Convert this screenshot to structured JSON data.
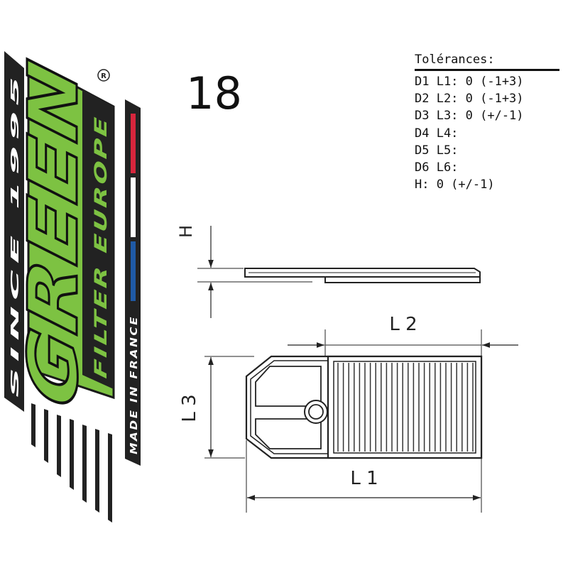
{
  "brand": {
    "logo_text": "GREEN",
    "tagline": "FILTER EUROPE",
    "since": "SINCE 1995",
    "origin": "MADE IN FRANCE",
    "registered": "R",
    "colors": {
      "green": "#7dc242",
      "dark": "#222222",
      "flag_blue": "#1f5aa6",
      "flag_white": "#ffffff",
      "flag_red": "#d7263d"
    }
  },
  "reference_number": "18",
  "tolerances": {
    "title": "Tolérances:",
    "rows": [
      "D1 L1: 0 (-1+3)",
      "D2 L2: 0 (-1+3)",
      "D3 L3: 0 (+/-1)",
      "D4 L4:",
      "D5 L5:",
      "D6 L6:",
      "H: 0 (+/-1)"
    ]
  },
  "dimension_labels": {
    "height": "H",
    "length_1": "L 1",
    "length_2": "L 2",
    "length_3": "L 3"
  }
}
